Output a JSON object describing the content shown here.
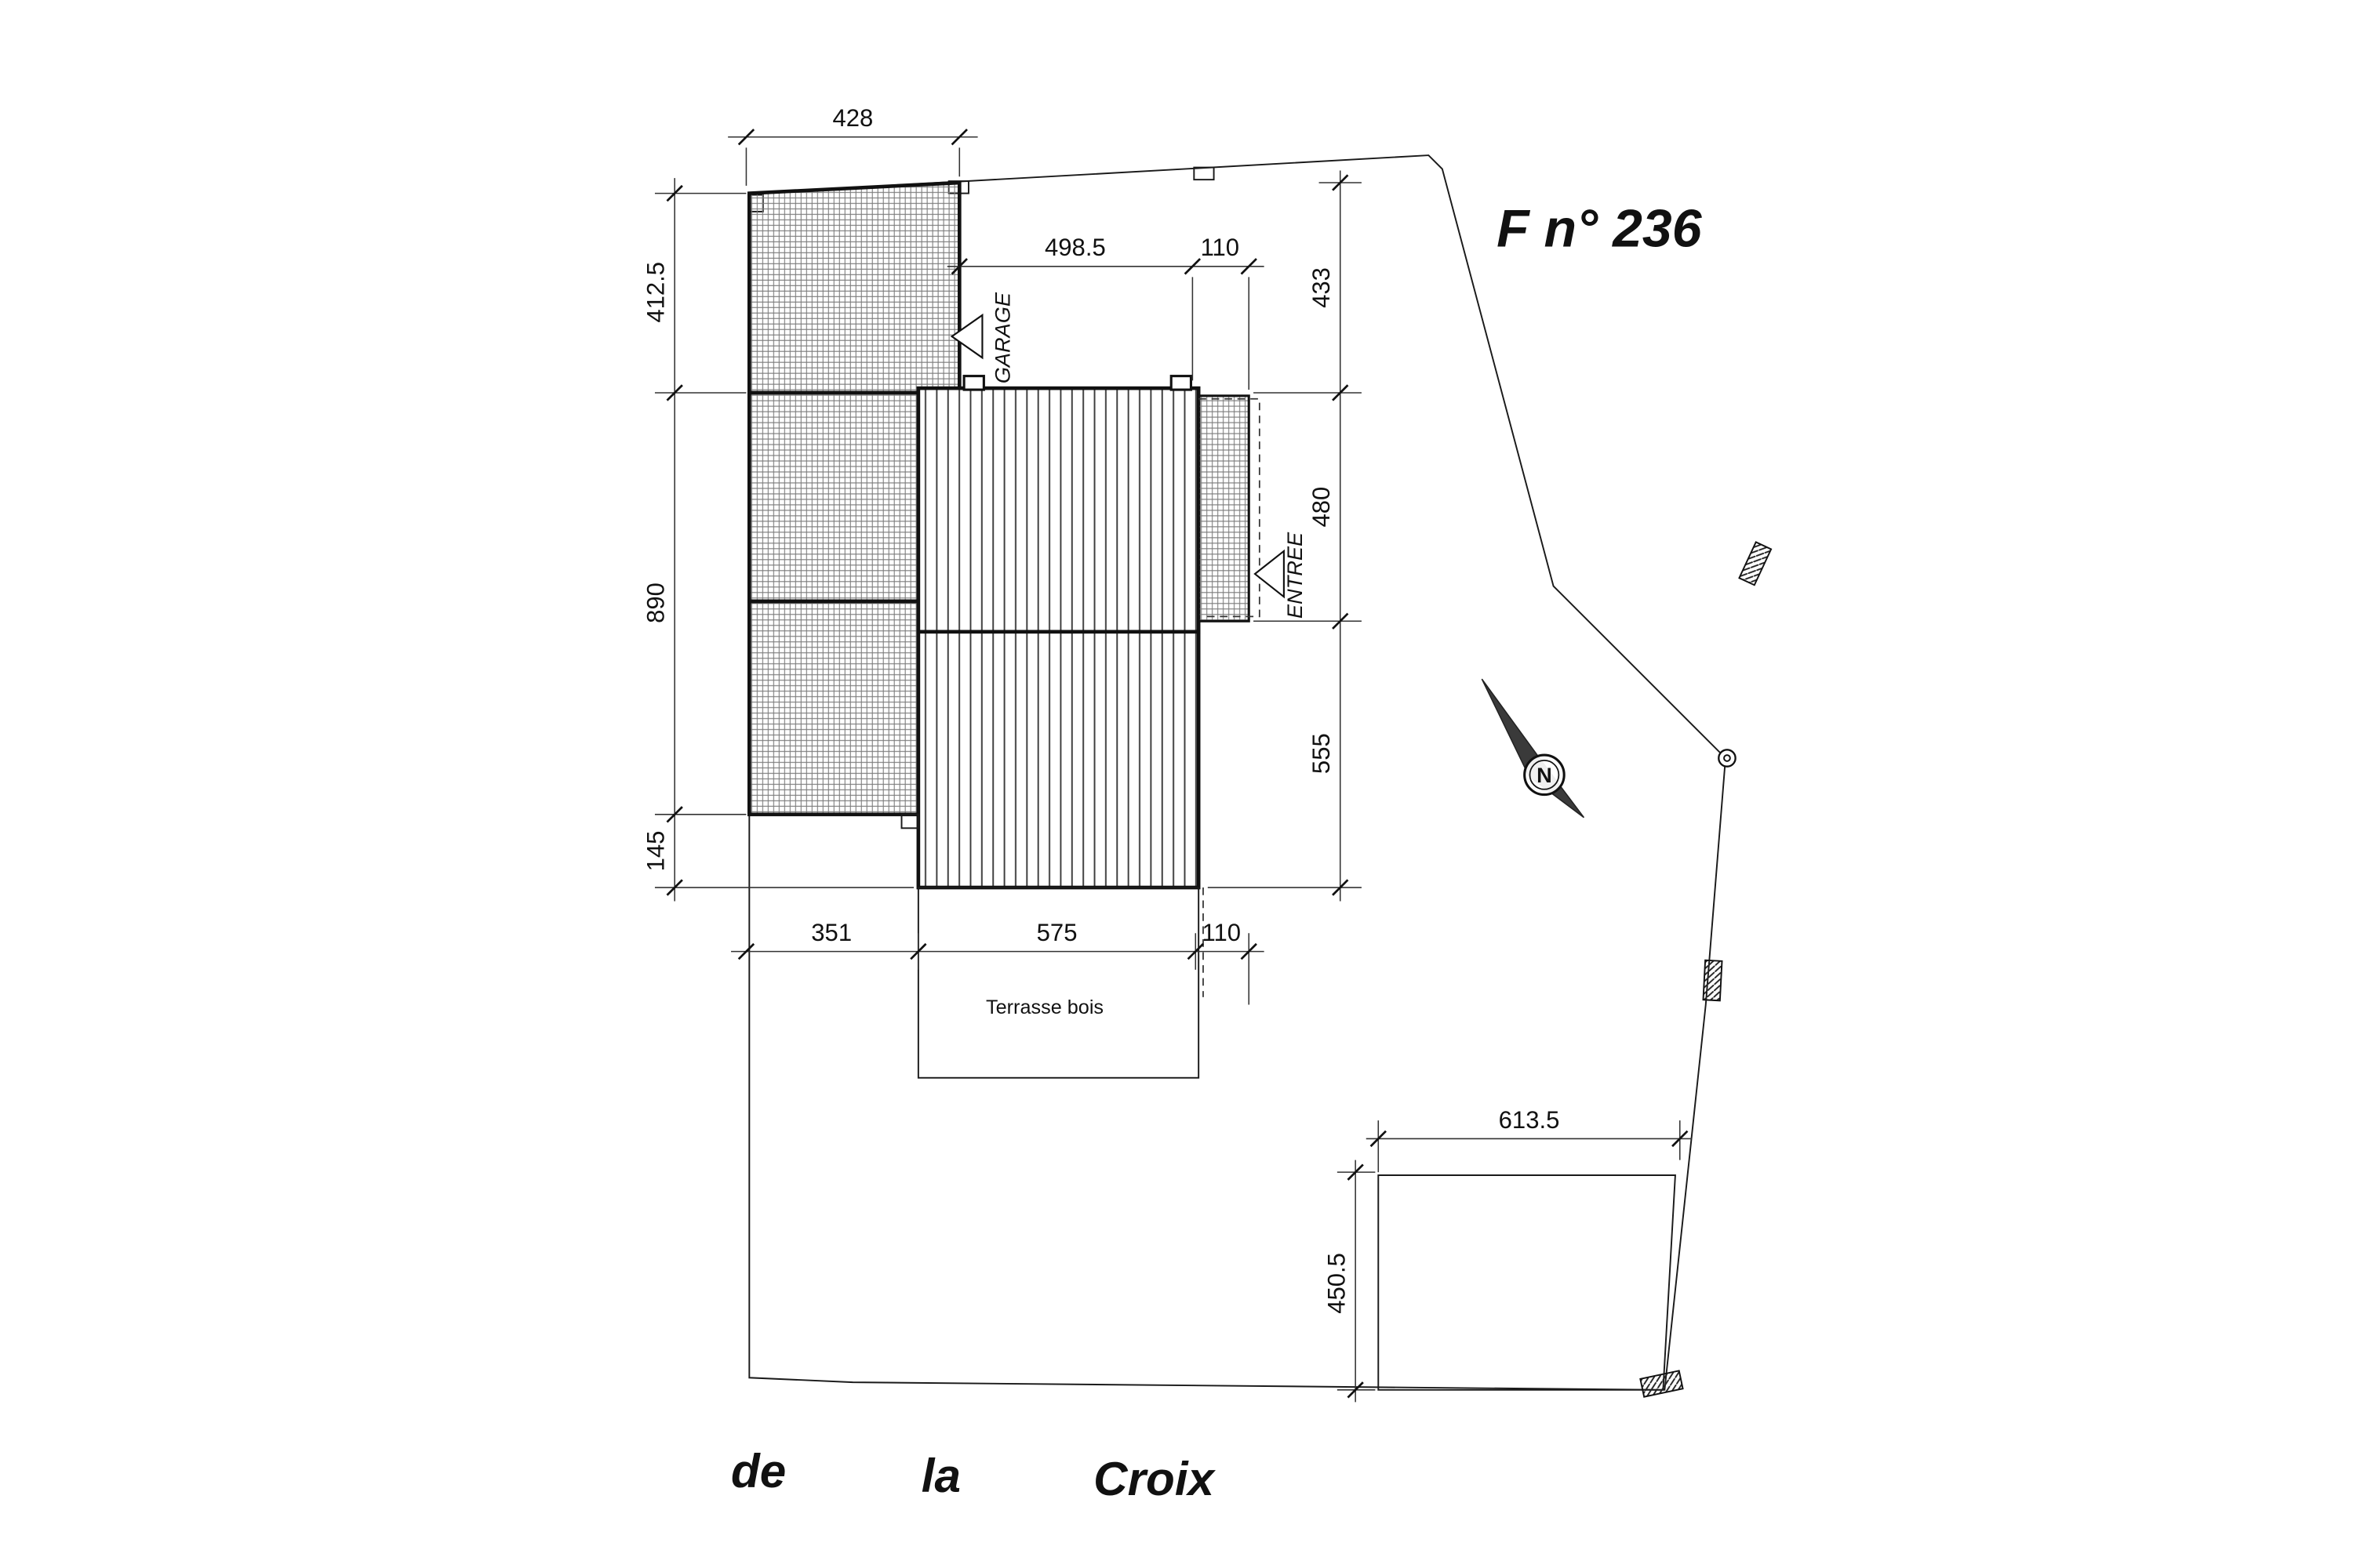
{
  "title": "F n° 236",
  "street": {
    "word1": "de",
    "word2": "la",
    "word3": "Croix"
  },
  "labels": {
    "garage": "GARAGE",
    "entree": "ENTREE",
    "terrasse": "Terrasse bois",
    "north": "N"
  },
  "dimensions": {
    "garage_width_top": "428",
    "roof_width": "498.5",
    "porch_width_top": "110",
    "right_top": "433",
    "right_middle": "480",
    "right_bottom": "555",
    "left_top": "412.5",
    "left_middle": "890",
    "left_bottom": "145",
    "bottom_left": "351",
    "bottom_middle": "575",
    "bottom_right": "110",
    "gravel_width": "613.5",
    "gravel_height": "450.5"
  },
  "colors": {
    "line": "#1a1a1a",
    "background": "#ffffff",
    "hatch": "#6b6b6b"
  }
}
